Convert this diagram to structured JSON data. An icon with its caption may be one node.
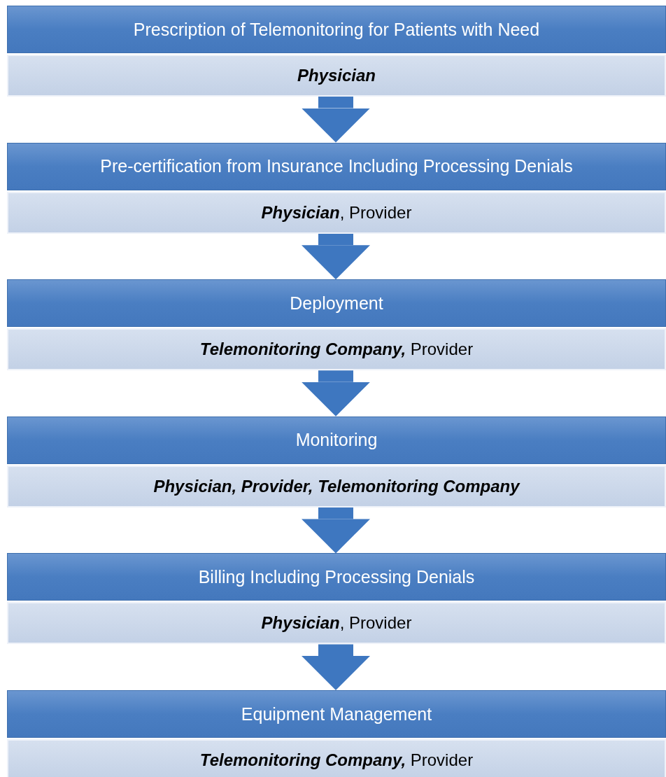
{
  "diagram": {
    "nodes": [
      {
        "text": [
          "Prescription of Telemonitoring for Patients with Need"
        ]
      },
      {
        "text": [
          "**Physician**"
        ]
      },
      {
        "text": [
          "Pre-certification from Insurance Including Processing Denials"
        ]
      },
      {
        "text": [
          "**Physician**, Provider"
        ]
      },
      {
        "text": [
          "Deployment"
        ]
      },
      {
        "text": [
          "**Telemonitoring Company,** Provider"
        ]
      },
      {
        "text": [
          "Monitoring"
        ]
      },
      {
        "text": [
          "**Physician, Provider, Telemonitoring Company**"
        ]
      },
      {
        "text": [
          "Billing Including Processing Denials"
        ]
      },
      {
        "text": [
          "**Physician**, Provider"
        ]
      },
      {
        "text": [
          "Equipment Management"
        ]
      },
      {
        "text": [
          "**Telemonitoring Company,** Provider"
        ]
      }
    ],
    "edges": [
      {
        "from": 1,
        "to": 2,
        "arrow": "to"
      },
      {
        "from": 3,
        "to": 4,
        "arrow": "to"
      },
      {
        "from": 5,
        "to": 6,
        "arrow": "to"
      },
      {
        "from": 7,
        "to": 8,
        "arrow": "to"
      },
      {
        "from": 9,
        "to": 10,
        "arrow": "to"
      }
    ]
  }
}
